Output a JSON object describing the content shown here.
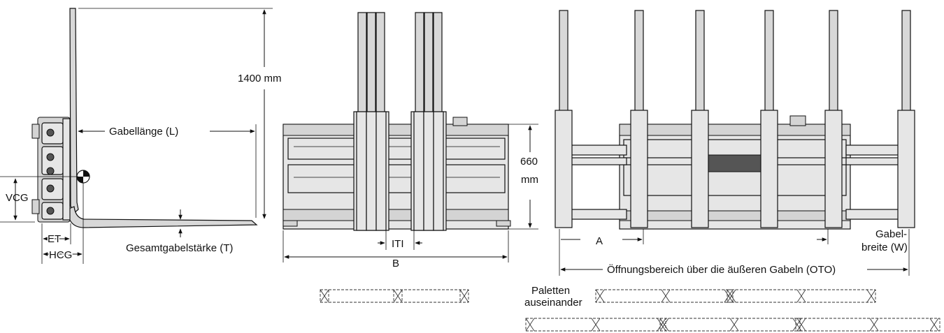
{
  "side_view": {
    "label_height": "1400 mm",
    "label_fork_length": "Gabellänge (L)",
    "label_vcg": "VCG",
    "label_et": "ET",
    "label_hcg": "HCG",
    "label_thickness": "Gesamtgabelstärke (T)"
  },
  "front_closed": {
    "label_height": "660",
    "label_height_unit": "mm",
    "label_iti": "ITI",
    "label_b": "B"
  },
  "front_open": {
    "label_a": "A",
    "label_fork_width_1": "Gabel-",
    "label_fork_width_2": "breite (W)",
    "label_oto": "Öffnungsbereich über die äußeren Gabeln (OTO)"
  },
  "pallets": {
    "label_1": "Paletten",
    "label_2": "auseinander"
  },
  "colors": {
    "line": "#111111",
    "steel": "#e6e6e6",
    "background": "#ffffff"
  },
  "icons": [
    "center-of-gravity-icon",
    "arrow-icon"
  ]
}
